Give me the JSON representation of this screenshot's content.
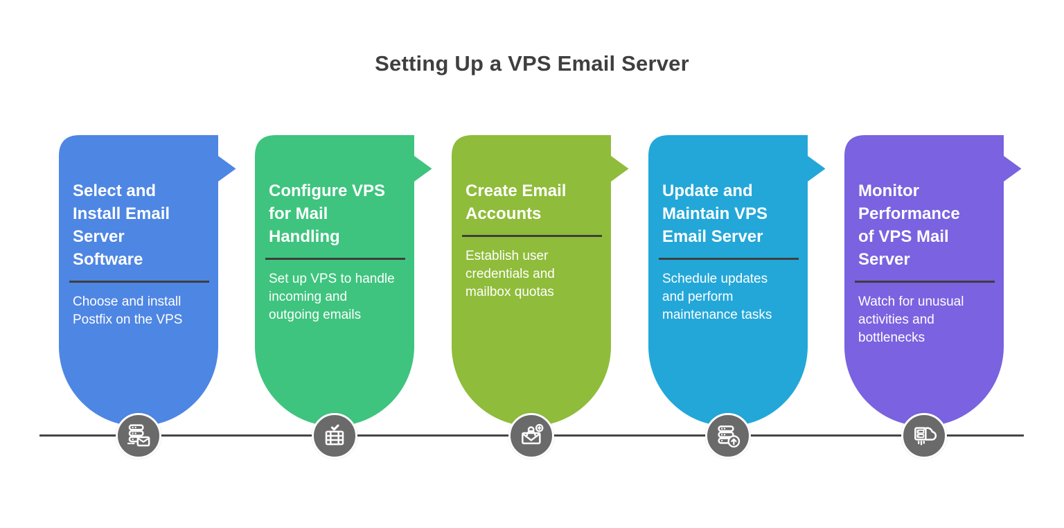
{
  "page": {
    "title": "Setting Up a VPS Email Server"
  },
  "colors": {
    "title_text": "#3f3f3f",
    "timeline_line": "#454545",
    "node_background": "#6a6a6a",
    "card_divider": "#3e3e3e",
    "card_text": "#ffffff"
  },
  "steps": [
    {
      "title": "Select and\nInstall Email\nServer\nSoftware",
      "description": "Choose and install\nPostfix on the VPS",
      "color": "#4e86e3",
      "icon": "server-mail-icon"
    },
    {
      "title": "Configure VPS\nfor Mail\nHandling",
      "description": "Set up VPS to handle\nincoming and\noutgoing emails",
      "color": "#3ec47e",
      "icon": "server-check-icon"
    },
    {
      "title": "Create Email\nAccounts",
      "description": "Establish user\ncredentials and\nmailbox quotas",
      "color": "#8fbc3a",
      "icon": "mail-add-user-icon"
    },
    {
      "title": "Update and\nMaintain VPS\nEmail Server",
      "description": "Schedule updates\nand perform\nmaintenance tasks",
      "color": "#23a7d8",
      "icon": "server-update-icon"
    },
    {
      "title": "Monitor\nPerformance\nof VPS Mail\nServer",
      "description": "Watch for unusual\nactivities and\nbottlenecks",
      "color": "#7a62e0",
      "icon": "cloud-server-icon"
    }
  ]
}
